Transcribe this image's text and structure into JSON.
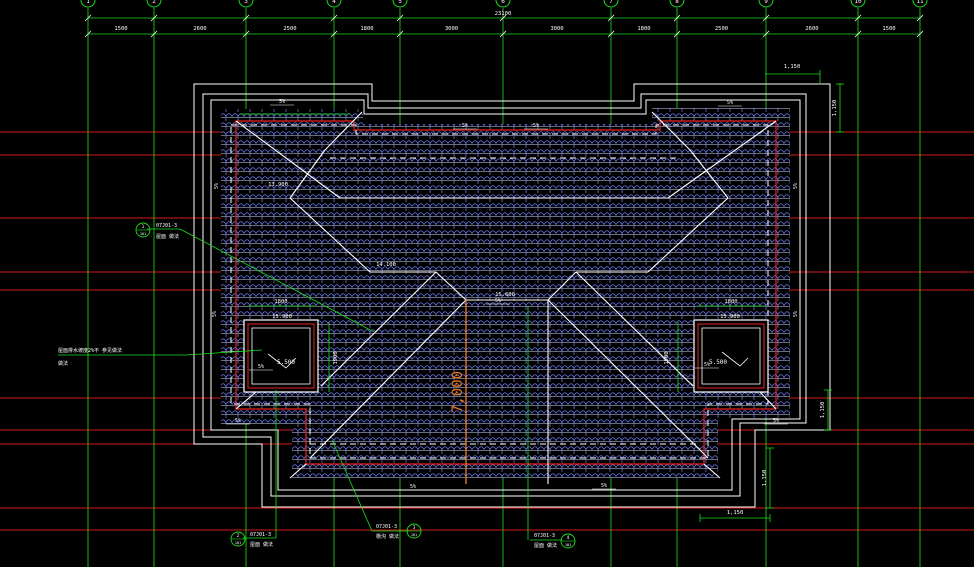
{
  "axes": {
    "top_bubbles": [
      "1",
      "2",
      "3",
      "4",
      "5",
      "6",
      "7",
      "8",
      "9",
      "10",
      "11"
    ],
    "dims_top": [
      "1500",
      "2600",
      "2500",
      "1800",
      "3000",
      "3000",
      "1800",
      "2500",
      "2600",
      "1500"
    ],
    "dim_total": "23100"
  },
  "dims_right": [
    "1,150",
    "1,150",
    "1,150"
  ],
  "dims_bottom": [
    "1,150"
  ],
  "slopes": {
    "labels": [
      "5%",
      "5%",
      "5%",
      "5%",
      "5%",
      "5%",
      "5%",
      "5%",
      "5%",
      "5%",
      "5%",
      "5%",
      "5%",
      "5%",
      "5%"
    ]
  },
  "elevations": {
    "ridge_main": "15.600",
    "ridge_left": "14.100",
    "hip_left": "13.900",
    "well_left": "5.500",
    "well_right": "5.500",
    "top_left_dim": "1800",
    "top_right_dim": "1800",
    "small_left": "15.900",
    "small_right": "15.900",
    "vertical_dim": "1900",
    "vertical_dim2": "1900"
  },
  "big_dim": "7,000",
  "callouts": {
    "c1": {
      "num": "1",
      "ref": "101",
      "code": "07J01-3",
      "text": "屋面 做法"
    },
    "c2": {
      "num": "2",
      "ref": "101",
      "code": "07J01-3",
      "text": "屋面 做法"
    },
    "c3": {
      "num": "3",
      "ref": "101",
      "code": "07J01-3",
      "text": "檐沟 做法"
    },
    "c4": {
      "num": "4",
      "ref": "101",
      "code": "07J01-3",
      "text": "屋面 做法"
    },
    "note_left": {
      "line1": "屋面排水坡度2%不 参见做法",
      "line2": "做法"
    }
  },
  "colors": {
    "axis_red": "#e8241e",
    "dim_green": "#19e01c",
    "outline_white": "#ffffff",
    "tile_blue": "#5a6ee8",
    "tile_white": "#dcdcdc",
    "ridge_orange": "#e87a1e"
  }
}
